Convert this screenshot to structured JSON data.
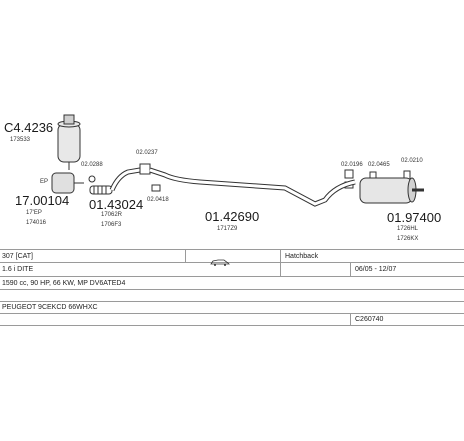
{
  "parts": {
    "catalyst": {
      "number": "C4.4236",
      "ref": "173533"
    },
    "front_pipe_ep": {
      "number": "17.00104",
      "ref": "17'EP",
      "ref2": "174016",
      "side_label": "EP"
    },
    "flex_pipe": {
      "number": "01.43024",
      "ref": "17062R",
      "ref2": "1706F3"
    },
    "clamp_a": {
      "number": "02.0288"
    },
    "clamp_b": {
      "number": "02.0237"
    },
    "clamp_c": {
      "number": "02.0418"
    },
    "middle_pipe": {
      "number": "01.42690",
      "ref": "1717Z9"
    },
    "clamp_d": {
      "number": "02.0196"
    },
    "clamp_e": {
      "number": "02.0465"
    },
    "clamp_f": {
      "number": "02.0210"
    },
    "rear_silencer": {
      "number": "01.97400",
      "ref": "1726HL",
      "ref2": "1726KX"
    }
  },
  "info": {
    "model": "307 [CAT]",
    "engine": "1.6 i DITE",
    "body_type": "Hatchback",
    "spec": "1590 cc, 90 HP, 66 KW, MP DV6ATED4",
    "dates": "06/05 - 12/07",
    "notes": "PEUGEOT 9CEKCD 66WHXC",
    "code": "C260740"
  },
  "icons": {
    "car": "hatchback-car-icon"
  }
}
